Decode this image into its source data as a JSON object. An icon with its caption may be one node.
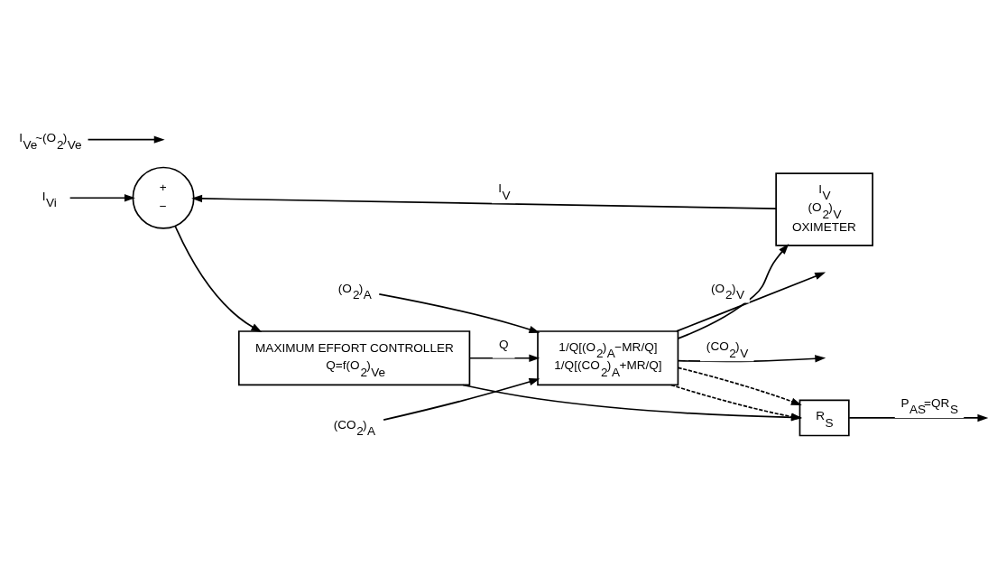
{
  "diagram": {
    "nodes": [
      {
        "text": [
          "I$_{Vi}$"
        ]
      },
      {
        "text": [
          "+",
          "−"
        ]
      },
      {
        "text": [
          "MAXIMUM EFFORT CONTROLLER",
          "Q=f(O$_{2}$)$_{Ve}$"
        ]
      },
      {
        "text": [
          "I$_{V}$",
          "(O$_{2}$)$_{V}$",
          "OXIMETER"
        ]
      },
      {
        "text": [
          "(O$_{2}$)$_{A}$"
        ]
      },
      {
        "text": [
          "(CO$_{2}$)$_{A}$"
        ]
      },
      {
        "text": [
          "1/Q[(O$_{2}$)$_{A}$−MR/Q]",
          "1/Q[(CO$_{2}$)$_{A}$+MR/Q]"
        ]
      },
      {
        "text": [
          "R$_{S}$"
        ]
      },
      {
        "text": [
          "I$_{Ve}$~(O$_{2}$)$_{Ve}$"
        ]
      }
    ],
    "edges": [
      {
        "from": 0,
        "to": 1,
        "arrow": "to"
      },
      {
        "from": 1,
        "to": 2,
        "arrow": "to"
      },
      {
        "from": 3,
        "to": 1,
        "arrow": "to",
        "label": "I$_{V}$"
      },
      {
        "from": 4,
        "to": 6,
        "arrow": "to"
      },
      {
        "from": 5,
        "to": 6,
        "arrow": "to"
      },
      {
        "from": 2,
        "to": 6,
        "arrow": "to",
        "label": "Q"
      },
      {
        "from": 2,
        "to": 7,
        "arrow": "to"
      },
      {
        "from": 6,
        "to": null,
        "arrow": "to",
        "label": "(O$_{2}$)$_{V}$"
      },
      {
        "from": 6,
        "to": 3,
        "arrow": "to"
      },
      {
        "from": 6,
        "to": null,
        "arrow": "to",
        "label": "(CO$_{2}$)$_{V}$"
      },
      {
        "from": 6,
        "to": 7,
        "arrow": "to",
        "style": "dashed"
      },
      {
        "from": 6,
        "to": 7,
        "arrow": "to",
        "style": "dashed"
      },
      {
        "from": 7,
        "to": null,
        "arrow": "to",
        "label": "P$_{AS}$=QR$_{S}$"
      },
      {
        "from": 8,
        "to": null,
        "arrow": "to"
      }
    ]
  }
}
